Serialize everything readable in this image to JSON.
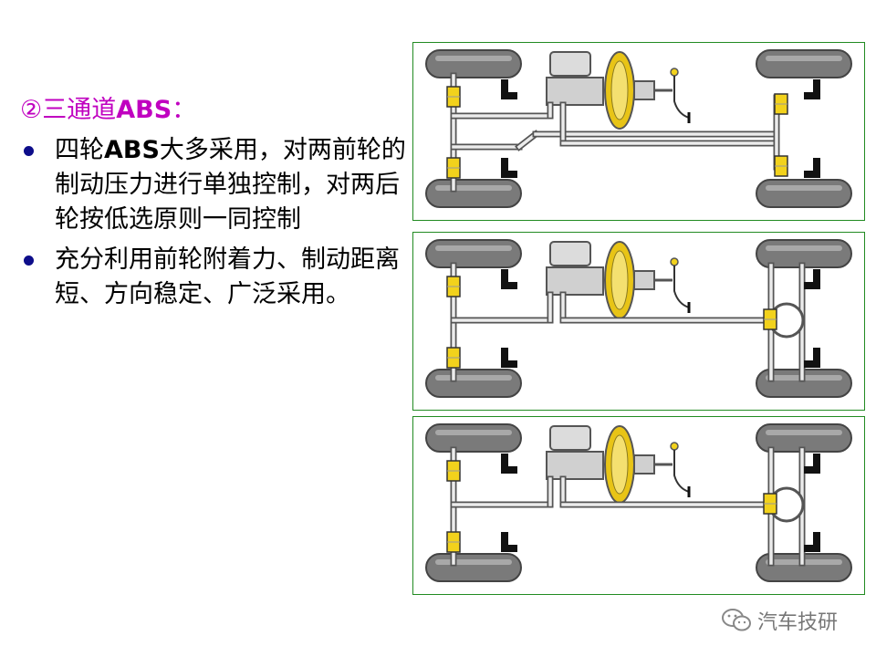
{
  "heading": {
    "circled_number": "②",
    "prefix": "三通道",
    "abs": "ABS",
    "colon": "："
  },
  "bullets": [
    {
      "parts": [
        {
          "text": "四轮",
          "bold": false
        },
        {
          "text": "ABS",
          "bold": true
        },
        {
          "text": "大多采用，对两前轮的制动压力进行单独控制，对两后轮按低选原则一同控制",
          "bold": false
        }
      ]
    },
    {
      "parts": [
        {
          "text": "充分利用前轮附着力、制动距离短、方向稳定、广泛采用。",
          "bold": false
        }
      ]
    }
  ],
  "diagrams": [
    {
      "layout": "independent-rear"
    },
    {
      "layout": "shared-rear"
    },
    {
      "layout": "shared-rear"
    }
  ],
  "watermark": {
    "text": "汽车技研",
    "icon": "wechat-icon"
  },
  "colors": {
    "heading": "#c000c0",
    "bullet_dot": "#0d0d8a",
    "diagram_border": "#228b22",
    "valve": "#f2d21c",
    "tire": "#7a7a7a",
    "booster": "#e8c416"
  }
}
